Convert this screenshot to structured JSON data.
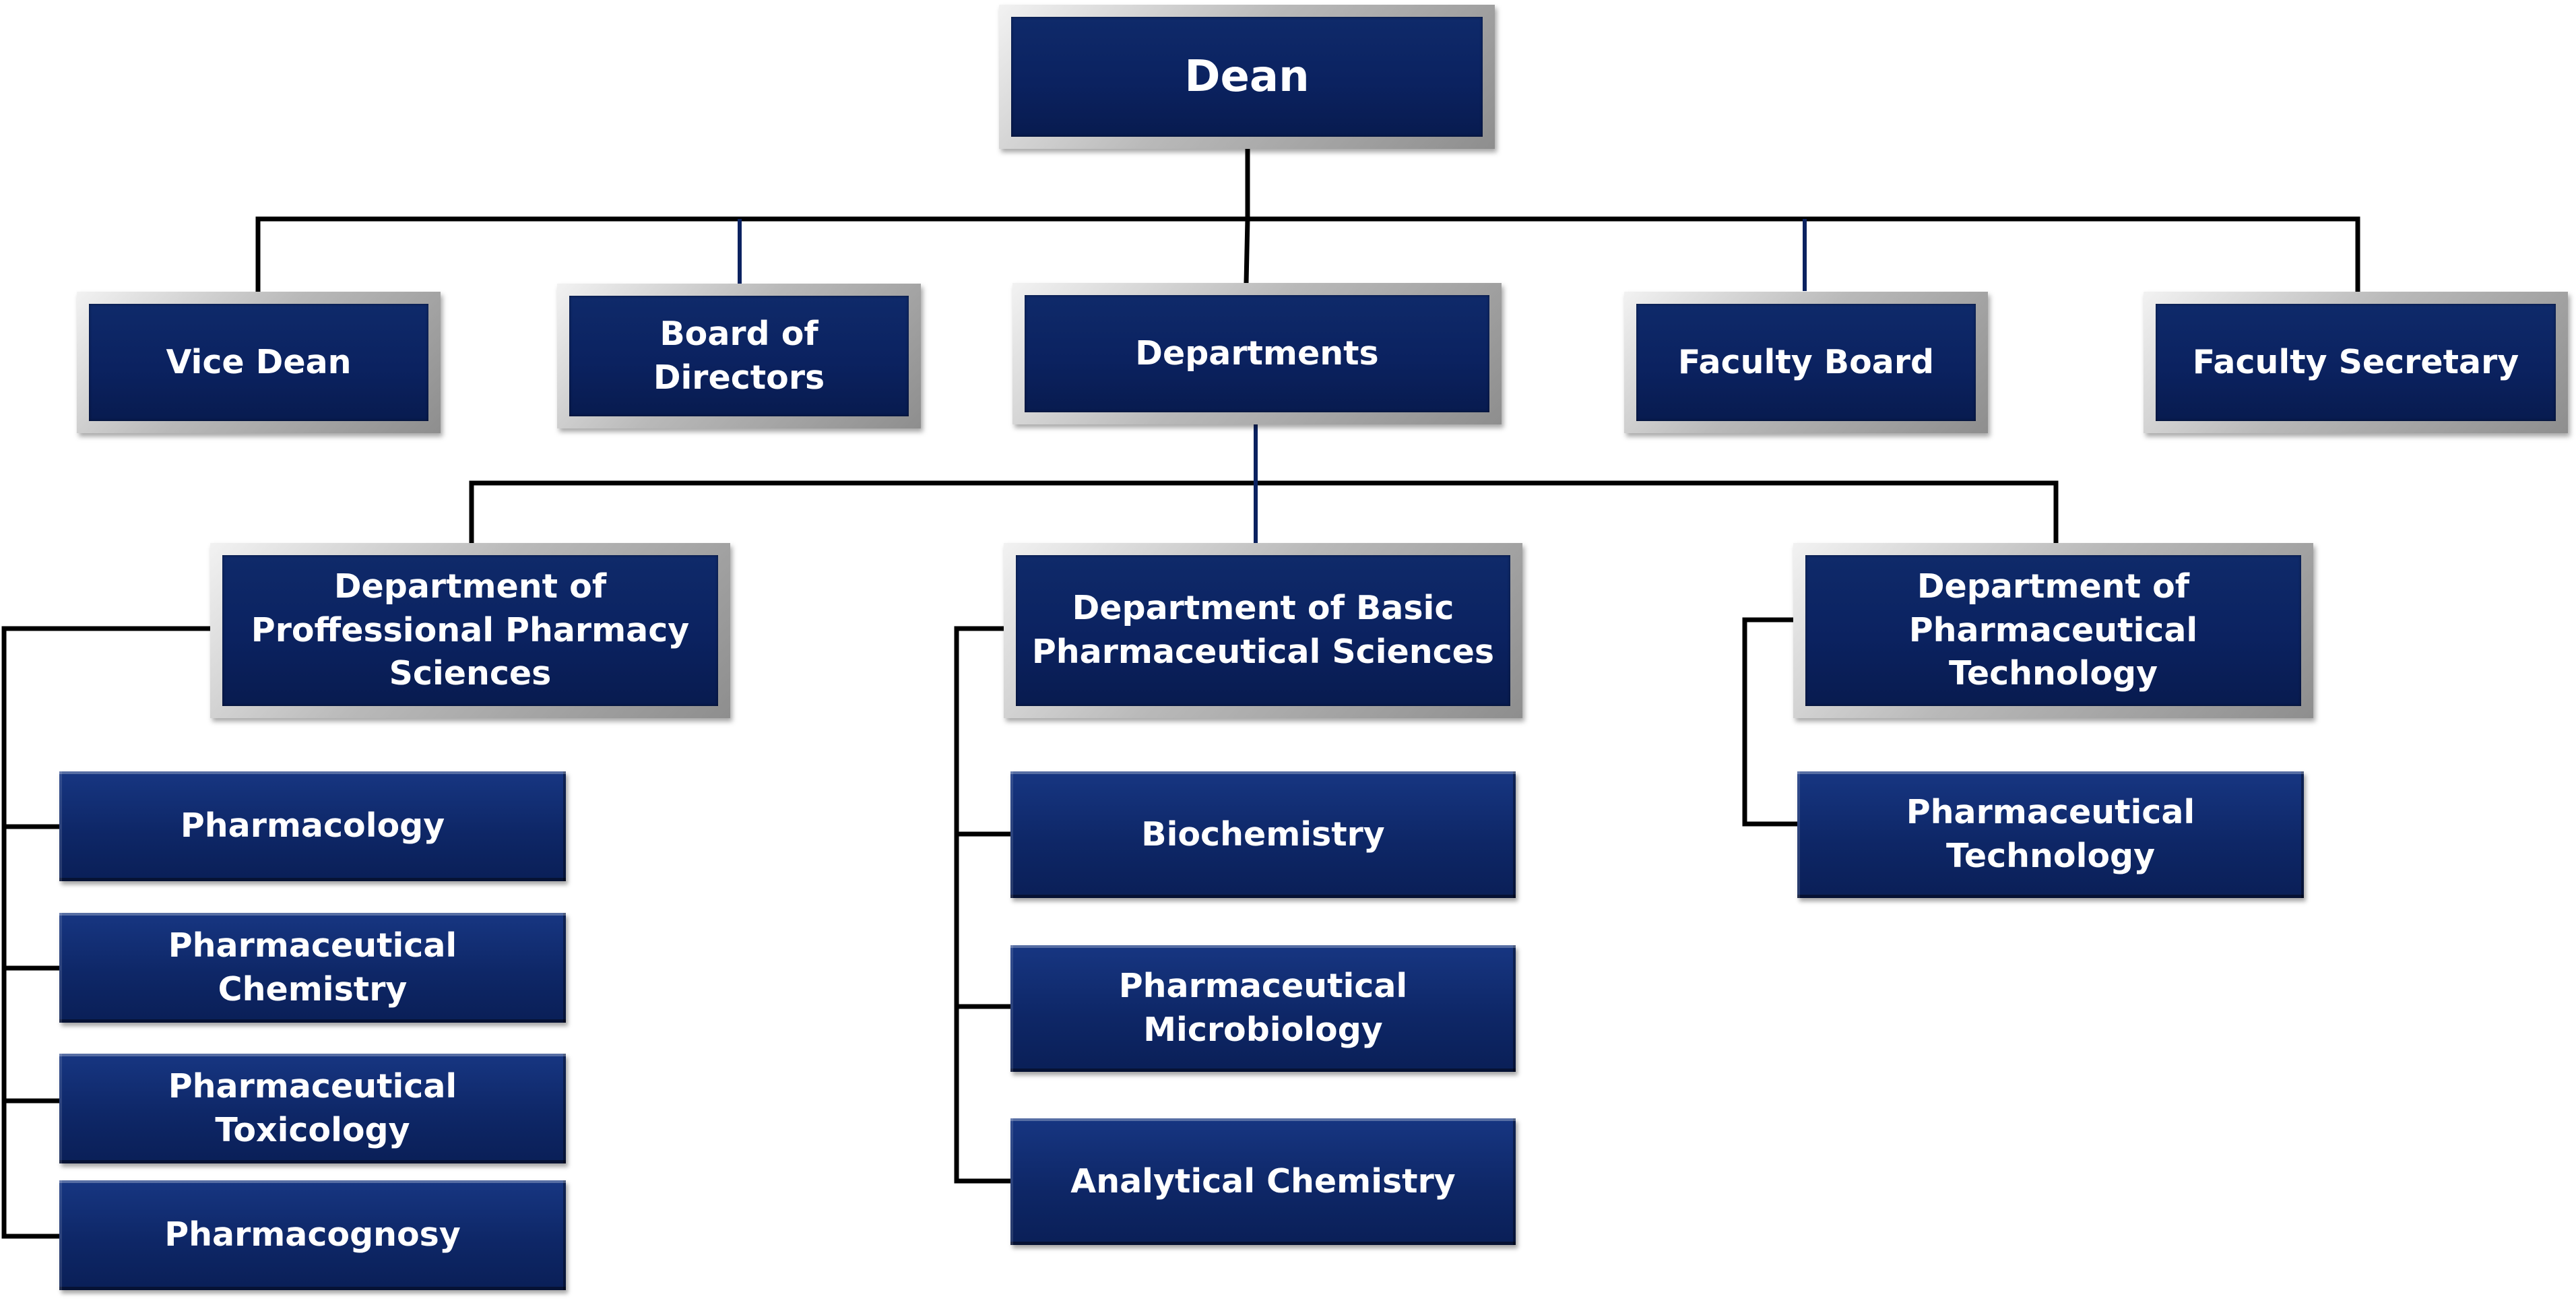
{
  "dean": {
    "label": "Dean"
  },
  "level2": [
    {
      "label": "Vice Dean"
    },
    {
      "label": "Board of\nDirectors"
    },
    {
      "label": "Departments"
    },
    {
      "label": "Faculty Board"
    },
    {
      "label": "Faculty Secretary"
    }
  ],
  "departments": [
    {
      "label": "Department of\nProffessional Pharmacy\nSciences"
    },
    {
      "label": "Department of Basic\nPharmaceutical Sciences"
    },
    {
      "label": "Department of\nPharmaceutical\nTechnology"
    }
  ],
  "units": {
    "professional": [
      {
        "label": "Pharmacology"
      },
      {
        "label": "Pharmaceutical Chemistry"
      },
      {
        "label": "Pharmaceutical Toxicology"
      },
      {
        "label": "Pharmacognosy"
      }
    ],
    "basic": [
      {
        "label": "Biochemistry"
      },
      {
        "label": "Pharmaceutical\nMicrobiology"
      },
      {
        "label": "Analytical Chemistry"
      }
    ],
    "technology": [
      {
        "label": "Pharmaceutical\nTechnology"
      }
    ]
  },
  "colors": {
    "box_fill": "#0b2260",
    "frame": "#a6a6a6",
    "connector": "#000000",
    "connector_accent": "#0b2260",
    "text": "#ffffff"
  }
}
